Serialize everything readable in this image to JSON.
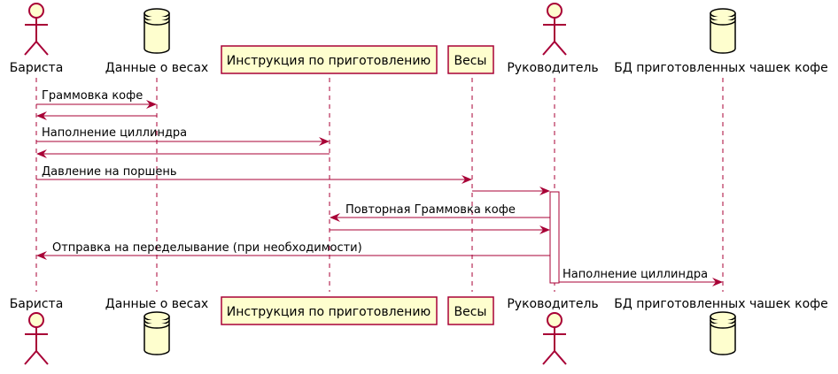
{
  "participants": [
    {
      "id": "barista",
      "kind": "actor",
      "label": "Бариста"
    },
    {
      "id": "weights_data",
      "kind": "database",
      "label": "Данные о весах"
    },
    {
      "id": "instruction",
      "kind": "participant",
      "label": "Инструкция по приготовлению"
    },
    {
      "id": "scales",
      "kind": "participant",
      "label": "Весы"
    },
    {
      "id": "manager",
      "kind": "actor",
      "label": "Руководитель"
    },
    {
      "id": "cups_db",
      "kind": "database",
      "label": "БД приготовленных чашек кофе"
    }
  ],
  "messages": [
    {
      "from": "barista",
      "to": "weights_data",
      "label": "Граммовка кофе"
    },
    {
      "from": "weights_data",
      "to": "barista",
      "label": ""
    },
    {
      "from": "barista",
      "to": "instruction",
      "label": "Наполнение циллиндра"
    },
    {
      "from": "instruction",
      "to": "barista",
      "label": ""
    },
    {
      "from": "barista",
      "to": "scales",
      "label": "Давление на поршень"
    },
    {
      "from": "scales",
      "to": "manager",
      "label": ""
    },
    {
      "from": "manager",
      "to": "instruction",
      "label": "Повторная Граммовка кофе"
    },
    {
      "from": "instruction",
      "to": "manager",
      "label": ""
    },
    {
      "from": "manager",
      "to": "barista",
      "label": "Отправка на переделывание (при необходимости)"
    },
    {
      "from": "manager",
      "to": "cups_db",
      "label": "Наполнение циллиндра"
    }
  ],
  "colors": {
    "line": "#A80036",
    "fill": "#FEFECE"
  }
}
